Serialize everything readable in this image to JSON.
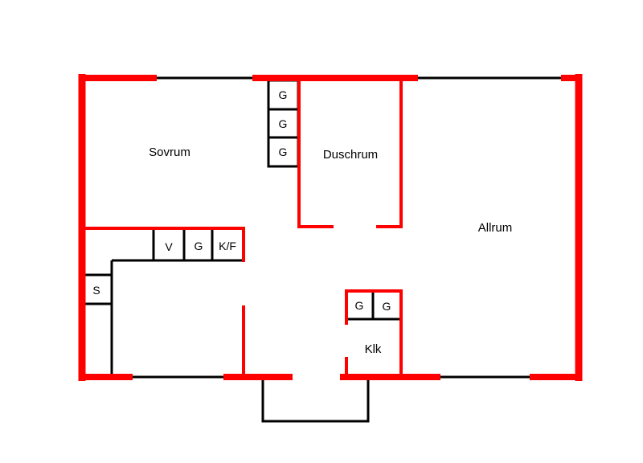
{
  "colors": {
    "load_bearing_wall": "#ff0000",
    "wall": "#000000",
    "background": "#ffffff"
  },
  "rooms": {
    "sovrum": "Sovrum",
    "duschrum": "Duschrum",
    "allrum": "Allrum",
    "klk": "Klk"
  },
  "fixtures": {
    "wardrobe_1": "G",
    "wardrobe_2": "G",
    "wardrobe_3": "G",
    "kitchen_v": "V",
    "kitchen_g": "G",
    "kitchen_kf": "K/F",
    "shelf_s": "S",
    "closet_g1": "G",
    "closet_g2": "G"
  }
}
